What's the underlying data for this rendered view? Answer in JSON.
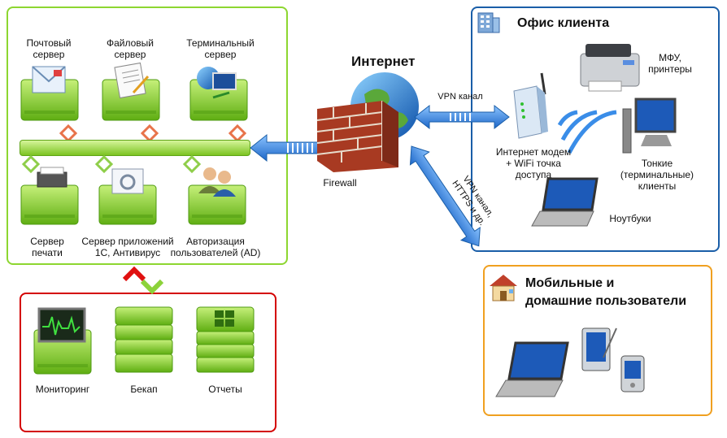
{
  "servers_top": [
    {
      "label": "Почтовый\nсервер"
    },
    {
      "label": "Файловый\nсервер"
    },
    {
      "label": "Терминальный\nсервер"
    }
  ],
  "servers_bottom": [
    {
      "label": "Сервер\nпечати"
    },
    {
      "label": "Сервер приложений\n1С, Антивирус"
    },
    {
      "label": "Авторизация\nпользователей (AD)"
    }
  ],
  "backoffice": [
    {
      "label": "Мониторинг"
    },
    {
      "label": "Бекап"
    },
    {
      "label": "Отчеты"
    }
  ],
  "internet_label": "Интернет",
  "firewall_label": "Firewall",
  "vpn_label": "VPN канал",
  "vpn_mobile_label": "VPN канал,\nHTTPS и др.",
  "office": {
    "title": "Офис клиента",
    "mfu": "МФУ,\nпринтеры",
    "modem": "Интернет модем\n+ WiFi точка\nдоступа",
    "thin": "Тонкие\n(терминальные)\nклиенты",
    "notebooks": "Ноутбуки"
  },
  "mobile": {
    "title": "Мобильные и\nдомашние пользователи"
  },
  "colors": {
    "green_border": "#8dd630",
    "red_border": "#d40000",
    "blue_border": "#1a5ea8",
    "orange_border": "#f0a020",
    "server_green": "#8cd23a",
    "arrow_blue": "#2a7bd8"
  }
}
